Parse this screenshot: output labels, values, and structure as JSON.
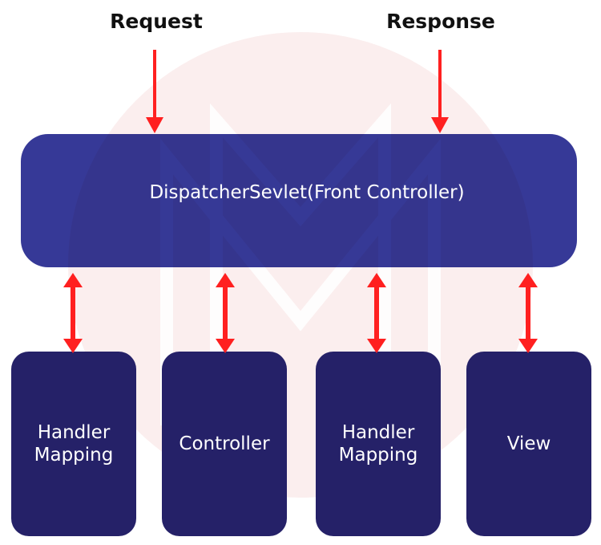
{
  "diagram": {
    "title_request": "Request",
    "title_response": "Response",
    "front_controller": "DispatcherSevlet(Front Controller)",
    "components": [
      {
        "label": "Handler Mapping"
      },
      {
        "label": "Controller"
      },
      {
        "label": "Handler Mapping"
      },
      {
        "label": "View"
      }
    ],
    "colors": {
      "box": "#2b2e8f",
      "component": "#1e1a63",
      "arrow": "#ff2020",
      "watermark": "#fbeeee"
    }
  }
}
